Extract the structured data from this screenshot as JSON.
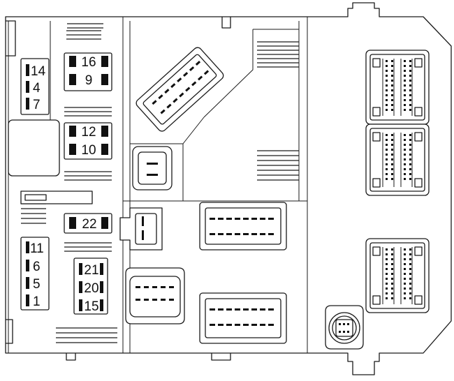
{
  "fuse_labels": {
    "f14": "14",
    "f4": "4",
    "f7": "7",
    "f16": "16",
    "f9": "9",
    "f12": "12",
    "f10": "10",
    "f22": "22",
    "f11": "11",
    "f6": "6",
    "f5": "5",
    "f1": "1",
    "f21": "21",
    "f20": "20",
    "f15": "15"
  }
}
